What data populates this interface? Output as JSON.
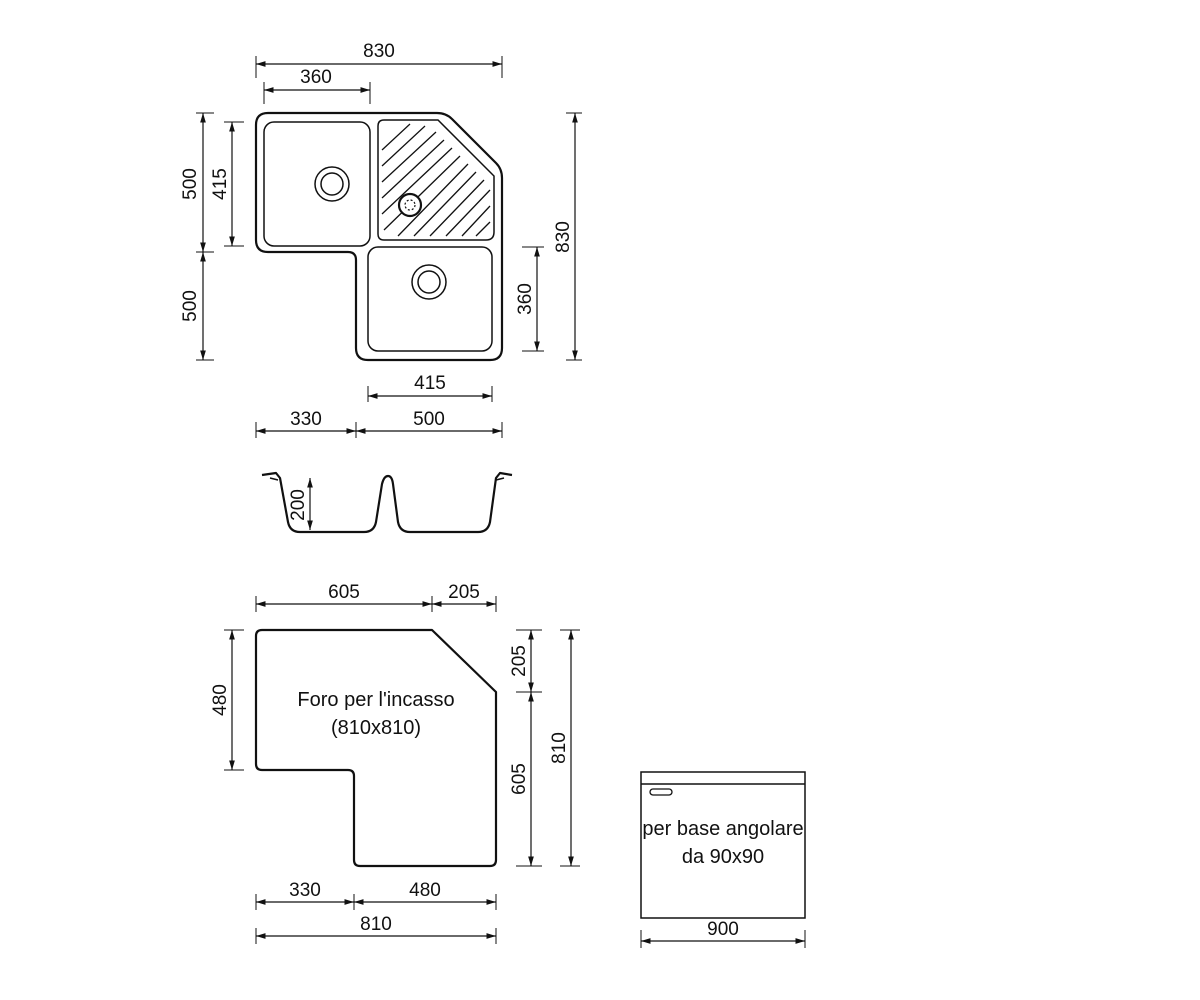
{
  "top_view": {
    "overall_width": "830",
    "bowl_width_top": "360",
    "left_height_upper": "500",
    "left_height_lower": "500",
    "inner_bowl_height": "415",
    "overall_height": "830",
    "right_bowl_height": "360",
    "lower_bowl_width": "415",
    "bottom_left": "330",
    "bottom_right": "500"
  },
  "side_view": {
    "depth": "200"
  },
  "cutout_view": {
    "top_left": "605",
    "top_right": "205",
    "left_height": "480",
    "right_upper": "205",
    "right_lower": "605",
    "right_total": "810",
    "bottom_left": "330",
    "bottom_right": "480",
    "bottom_total": "810",
    "label_line1": "Foro per l'incasso",
    "label_line2": "(810x810)"
  },
  "cabinet_view": {
    "label_line1": "per base angolare",
    "label_line2": "da 90x90",
    "width": "900"
  }
}
